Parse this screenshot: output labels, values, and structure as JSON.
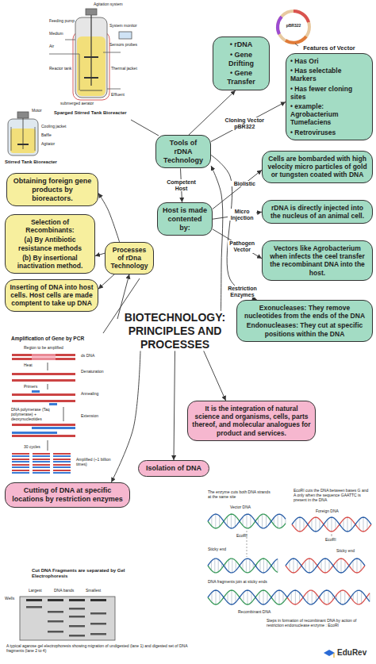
{
  "diagram": {
    "nodes": [
      {
        "text": [
          "BIOTECHNOLOGY: PRINCIPLES AND PROCESSES"
        ]
      },
      {
        "text": [
          "Tools of rDNA Technology"
        ]
      },
      {
        "text": [
          "• rDNA",
          "• Gene Drifting",
          "• Gene Transfer"
        ]
      },
      {
        "text": [
          "Features of Vector",
          "• Has Ori",
          "• Has selectable Markers",
          "• Has fewer cloning sites",
          "• example: Agrobacterium Tumefaciens",
          "• Retroviruses"
        ]
      },
      {
        "text": [
          "Host is made contented by:"
        ]
      },
      {
        "text": [
          "Cells are bombarded with high velocity micro particles of gold or tungsten coated with DNA"
        ]
      },
      {
        "text": [
          "rDNA is directly injected into the nucleus of an animal cell."
        ]
      },
      {
        "text": [
          "Vectors like Agrobacterium when infects the ceel transfer the recombinant DNA into the host."
        ]
      },
      {
        "text": [
          "Exonucleases: They remove nucleotides from the ends of the DNA",
          "Endonucleases: They cut at specific positions within the DNA"
        ]
      },
      {
        "text": [
          "Processes of rDna Technology"
        ]
      },
      {
        "text": [
          "Obtaining foreign gene products by bioreactors."
        ]
      },
      {
        "text": [
          "Selection of Recombinants:",
          "(a) By Antibiotic resistance methods",
          "(b) By insertional inactivation method."
        ]
      },
      {
        "text": [
          "Inserting of DNA into host cells. Host cells are made comptent to take up DNA"
        ]
      },
      {
        "text": [
          "Isolation of DNA"
        ]
      },
      {
        "text": [
          "Cutting of DNA at specific locations by restriction enzymes"
        ]
      },
      {
        "text": [
          "It is the integration of natural science and organisms, cells, parts thereof, and molecular analogues for product and services."
        ]
      }
    ],
    "edges": [
      {
        "from": 0,
        "to": 1,
        "arrow": "to"
      },
      {
        "from": 0,
        "to": 9,
        "arrow": "to"
      },
      {
        "from": 0,
        "to": 15,
        "arrow": "to"
      },
      {
        "from": 0,
        "to": 13,
        "arrow": "to"
      },
      {
        "from": 0,
        "to": 14,
        "arrow": "to"
      },
      {
        "from": 1,
        "to": 2,
        "arrow": "to"
      },
      {
        "from": 1,
        "to": 3,
        "label": "Cloning Vector pBR322",
        "arrow": "to"
      },
      {
        "from": 1,
        "to": 4,
        "label": "Competent Host",
        "arrow": "to"
      },
      {
        "from": 1,
        "to": 8,
        "label": "Restriction Enzymes",
        "arrow": "to"
      },
      {
        "from": 4,
        "to": 5,
        "label": "Biolistic",
        "arrow": "to"
      },
      {
        "from": 4,
        "to": 6,
        "label": "Micro Injection",
        "arrow": "to"
      },
      {
        "from": 4,
        "to": 7,
        "label": "Pathogen Vector",
        "arrow": "to"
      },
      {
        "from": 9,
        "to": 10,
        "arrow": "to"
      },
      {
        "from": 9,
        "to": 11,
        "arrow": "to"
      },
      {
        "from": 9,
        "to": 12,
        "arrow": "to"
      }
    ],
    "labels": [
      "Agitation system",
      "Feeding pump",
      "System monitor",
      "Medium",
      "Sensors probes",
      "Air",
      "Reactor tank",
      "Thermal jacket",
      "submerged aerator",
      "Effluent",
      "Sparged Stirred Tank Bioreacter",
      "Motor",
      "Cooling jacket",
      "Baffle",
      "Agitator",
      "Stirred Tank Bioreacter",
      "pBR322",
      "Amplification of Gene by PCR",
      "Region to be amplified",
      "ds DNA",
      "Heat",
      "Denaturation",
      "Primers",
      "Annealing",
      "DNA polymerase (Taq polymerase) + deoxynucleotides",
      "Extension",
      "30 cycles",
      "Amplified (~1 billion times)",
      "The enzyme cuts both DNA strands at the same site",
      "Vector DNA",
      "EcoRI cuts the DNA between bases G and A only when the sequence GAATTC is present in the DNA",
      "Foreign DNA",
      "EcoRI",
      "EcoRI",
      "Sticky end",
      "Sticky end",
      "DNA fragments join at sticky ends",
      "Recombinant DNA",
      "Steps in formation of recombinant DNA by action of restriction endonuclease enzyme : EcoRI",
      "Cut DNA Fragments are separated by Gel Electrophoresis",
      "Wells",
      "Largest",
      "DNA bands",
      "Smallest",
      "A typical agarose gel electrophoresis showing migration of undigested (lane 1) and digested set of DNA fragments (lane 2 to 4)",
      "EduRev"
    ]
  }
}
